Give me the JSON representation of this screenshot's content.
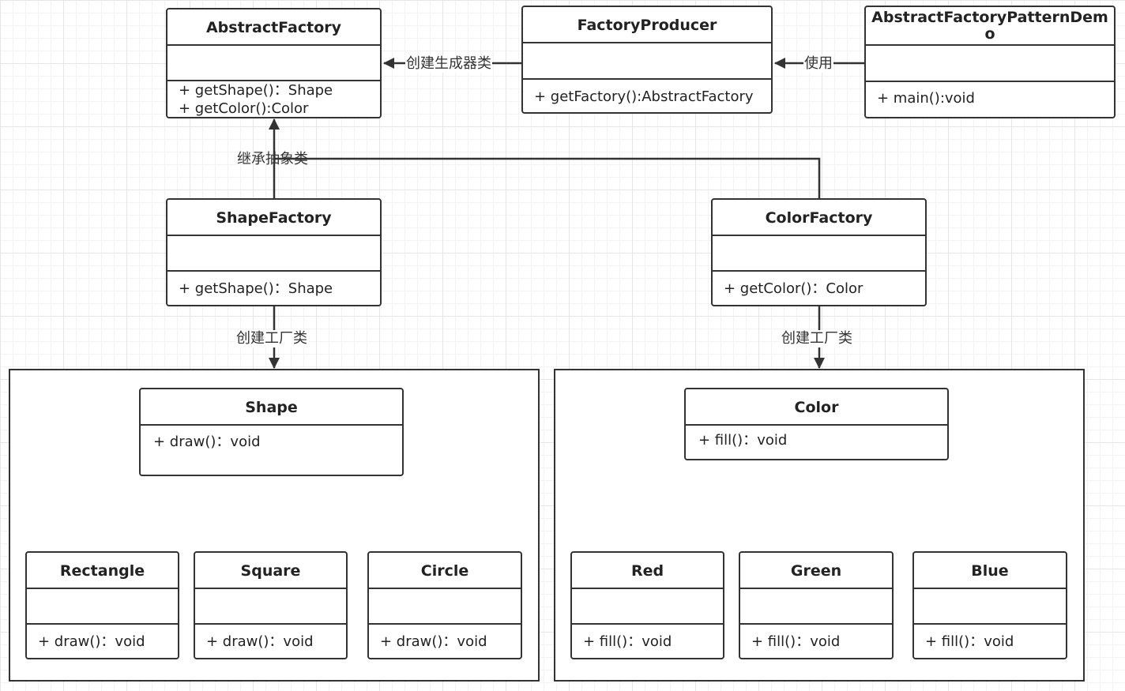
{
  "classes": {
    "abstract_factory": {
      "name": "AbstractFactory",
      "methods": [
        "+ getShape()：Shape",
        "+ getColor():Color"
      ]
    },
    "factory_producer": {
      "name": "FactoryProducer",
      "methods": [
        "+ getFactory():AbstractFactory"
      ]
    },
    "demo": {
      "name": "AbstractFactoryPatternDemo",
      "methods": [
        "+ main():void"
      ]
    },
    "shape_factory": {
      "name": "ShapeFactory",
      "methods": [
        "+ getShape()：Shape"
      ]
    },
    "color_factory": {
      "name": "ColorFactory",
      "methods": [
        "+ getColor()：Color"
      ]
    },
    "shape": {
      "name": "Shape",
      "methods": [
        "+ draw()：void"
      ]
    },
    "rectangle": {
      "name": "Rectangle",
      "methods": [
        "+ draw()：void"
      ]
    },
    "square": {
      "name": "Square",
      "methods": [
        "+ draw()：void"
      ]
    },
    "circle": {
      "name": "Circle",
      "methods": [
        "+ draw()：void"
      ]
    },
    "color": {
      "name": "Color",
      "methods": [
        "+ fill()：void"
      ]
    },
    "red": {
      "name": "Red",
      "methods": [
        "+ fill()：void"
      ]
    },
    "green": {
      "name": "Green",
      "methods": [
        "+ fill()：void"
      ]
    },
    "blue": {
      "name": "Blue",
      "methods": [
        "+ fill()：void"
      ]
    }
  },
  "relations": {
    "creates_producer": "创建生成器类",
    "uses": "使用",
    "inherits_abstract": "继承抽象类",
    "creates_shape_factory": "创建工厂类",
    "creates_color_factory": "创建工厂类"
  },
  "colors": {
    "line": "#333333",
    "grid": "#e6e6e6"
  }
}
